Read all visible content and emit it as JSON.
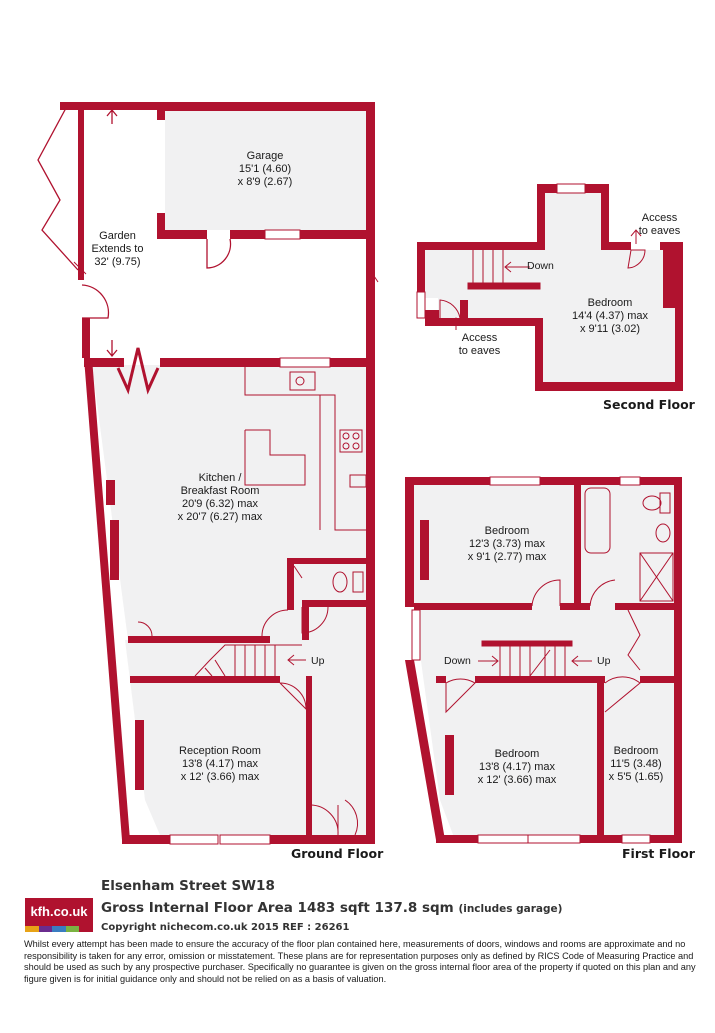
{
  "colors": {
    "wall": "#b0122f",
    "floor_fill": "#f1f1f2",
    "garden_fill": "#ffffff"
  },
  "ground_floor": {
    "label": "Ground Floor",
    "garage": {
      "name": "Garage",
      "dim1": "15'1 (4.60)",
      "dim2": "x 8'9 (2.67)"
    },
    "garden": {
      "name": "Garden",
      "line2": "Extends to",
      "line3": "32' (9.75)"
    },
    "kitchen": {
      "name": "Kitchen /",
      "line2": "Breakfast Room",
      "dim1": "20'9 (6.32) max",
      "dim2": "x 20'7 (6.27) max"
    },
    "reception": {
      "name": "Reception Room",
      "dim1": "13'8 (4.17) max",
      "dim2": "x 12' (3.66) max"
    },
    "stairs_label": "Up"
  },
  "first_floor": {
    "label": "First Floor",
    "bedroom_a": {
      "name": "Bedroom",
      "dim1": "12'3 (3.73) max",
      "dim2": "x 9'1 (2.77) max"
    },
    "bedroom_b": {
      "name": "Bedroom",
      "dim1": "13'8 (4.17) max",
      "dim2": "x 12' (3.66) max"
    },
    "bedroom_c": {
      "name": "Bedroom",
      "dim1": "11'5 (3.48)",
      "dim2": "x 5'5 (1.65)"
    },
    "down_label": "Down",
    "up_label": "Up"
  },
  "second_floor": {
    "label": "Second Floor",
    "bedroom": {
      "name": "Bedroom",
      "dim1": "14'4 (4.37) max",
      "dim2": "x 9'11 (3.02)"
    },
    "down_label": "Down",
    "access_1": {
      "line1": "Access",
      "line2": "to eaves"
    },
    "access_2": {
      "line1": "Access",
      "line2": "to eaves"
    }
  },
  "footer": {
    "logo_text": "kfh.co.uk",
    "logo_stripe_colors": [
      "#e8a317",
      "#6a2c8e",
      "#3a7dc1",
      "#7bb342",
      "#b0122f"
    ],
    "address": "Elsenham Street  SW18",
    "area_main": "Gross Internal Floor Area 1483 sqft 137.8 sqm ",
    "area_note": "(includes garage)",
    "copyright": "Copyright nichecom.co.uk 2015 REF : 26261",
    "disclaimer": "Whilst every attempt has been made to ensure the accuracy of the floor plan contained here, measurements of doors, windows and rooms are approximate and no responsibility is taken for any error, omission or misstatement.  These plans are for representation purposes only as defined by RICS Code of Measuring Practice and should be used as such by any prospective purchaser.  Specifically no guarantee is given on the gross internal floor area of the property if quoted on this plan and any figure given is for initial guidance only and should not be relied on as a basis of valuation."
  }
}
